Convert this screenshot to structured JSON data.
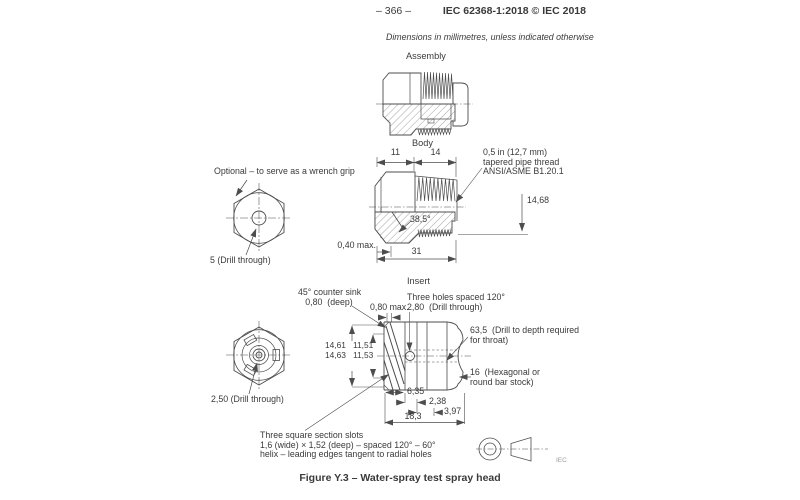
{
  "header": {
    "page_number": "– 366 –",
    "standard": "IEC 62368-1:2018 © IEC 2018"
  },
  "dimension_note": "Dimensions in millimetres, unless indicated otherwise",
  "figure_caption": "Figure Y.3 – Water-spray test spray head",
  "iec_mark": "IEC",
  "colors": {
    "line": "#4d4d4d",
    "text": "#3a3a3a",
    "hatch": "#9a9a9a"
  },
  "views": {
    "assembly": {
      "label": "Assembly"
    },
    "body": {
      "label": "Body",
      "dim_left": "11",
      "dim_right": "14",
      "thread_note": "0,5 in (12,7 mm)\ntapered pipe thread\nANSI/ASME B1.20.1",
      "dim_height": "14,68",
      "taper_angle": "38,5°",
      "step_max": "0,40 max.",
      "dim_total": "31",
      "wrench_note": "Optional – to serve as a wrench grip",
      "drill_note": "5 (Drill through)"
    },
    "insert": {
      "label": "Insert",
      "countersink_note": "45° counter sink\n0,80  (deep)",
      "lip_max": "0,80 max.",
      "holes_note": "Three holes spaced 120°\n2,80  (Drill through)",
      "throat_note": "63,5  (Drill to depth required\nfor throat)",
      "bore_dims": "14,61   11,51\n14,63   11,53",
      "stock_note": "16  (Hexagonal or\nround bar stock)",
      "dim_a": "6,35",
      "dim_b": "2,38",
      "dim_c": "3,97",
      "dim_total": "18,3",
      "drill_note": "2,50 (Drill through)",
      "slots_note": "Three square section slots\n1,6 (wide) × 1,52 (deep) – spaced 120° – 60°\nhelix – leading edges tangent to radial holes"
    }
  }
}
